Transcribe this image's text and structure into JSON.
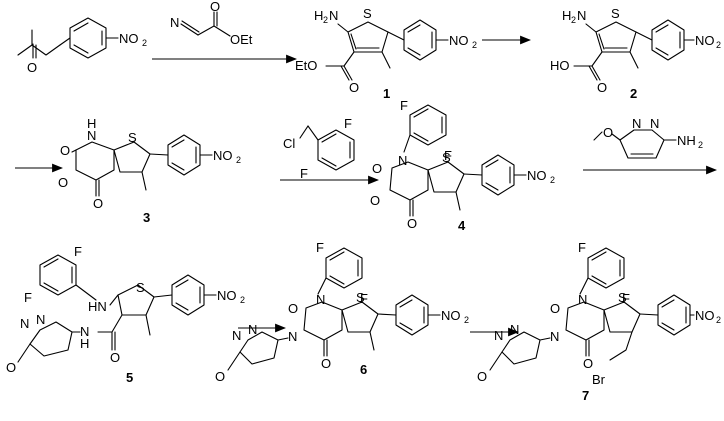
{
  "scheme": {
    "groups": {
      "no2": "NO",
      "no2_sub": "2",
      "nh2": "NH",
      "nh2_sub": "2",
      "h2n": "H",
      "h2n_sub": "2",
      "h2n_n": "N",
      "o": "O",
      "s": "S",
      "n": "N",
      "hn": "HN",
      "h": "H",
      "f": "F",
      "cl": "Cl",
      "br": "Br",
      "oet": "OEt",
      "eto": "EtO",
      "ho": "HO",
      "nn": "N",
      "ch3o": "O"
    },
    "compounds": {
      "c1": "1",
      "c2": "2",
      "c3": "3",
      "c4": "4",
      "c5": "5",
      "c6": "6",
      "c7": "7"
    }
  }
}
